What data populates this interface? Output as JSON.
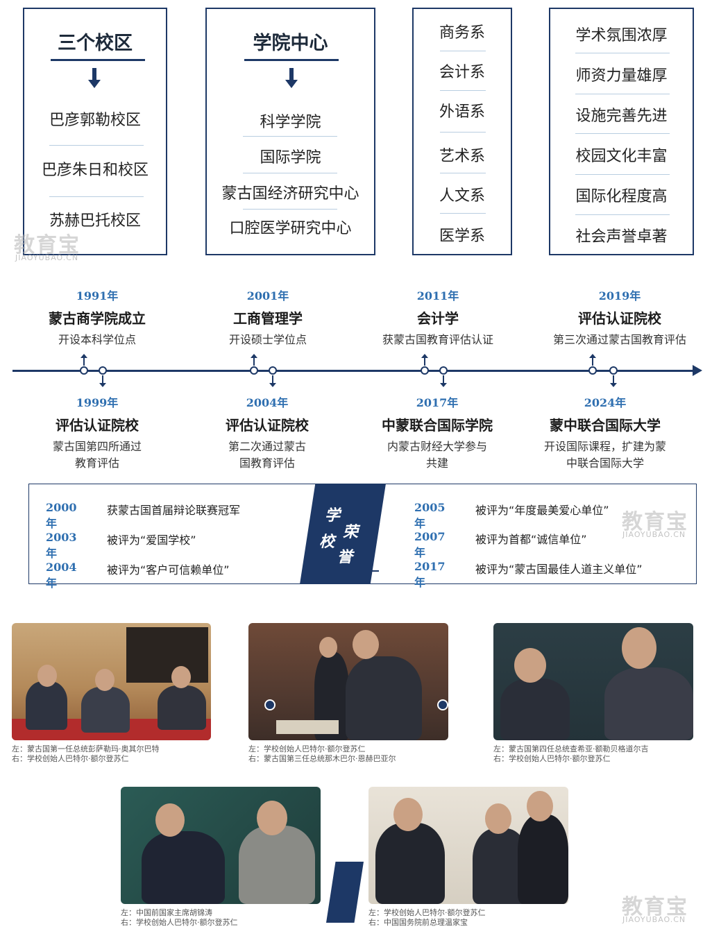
{
  "campuses": {
    "title": "三个校区",
    "items": [
      "巴彦郭勒校区",
      "巴彦朱日和校区",
      "苏赫巴托校区"
    ]
  },
  "colleges": {
    "title": "学院中心",
    "items": [
      "科学学院",
      "国际学院",
      "蒙古国经济研究中心",
      "口腔医学研究中心"
    ]
  },
  "departments": {
    "items": [
      "商务系",
      "会计系",
      "外语系",
      "艺术系",
      "人文系",
      "医学系"
    ]
  },
  "features": {
    "items": [
      "学术氛围浓厚",
      "师资力量雄厚",
      "设施完善先进",
      "校园文化丰富",
      "国际化程度高",
      "社会声誉卓著"
    ]
  },
  "timeline": {
    "top": [
      {
        "year": "1991年",
        "title": "蒙古商学院成立",
        "desc": "开设本科学位点"
      },
      {
        "year": "2001年",
        "title": "工商管理学",
        "desc": "开设硕士学位点"
      },
      {
        "year": "2011年",
        "title": "会计学",
        "desc": "获蒙古国教育评估认证"
      },
      {
        "year": "2019年",
        "title": "评估认证院校",
        "desc": "第三次通过蒙古国教育评估"
      }
    ],
    "bottom": [
      {
        "year": "1999年",
        "title": "评估认证院校",
        "desc1": "蒙古国第四所通过",
        "desc2": "教育评估"
      },
      {
        "year": "2004年",
        "title": "评估认证院校",
        "desc1": "第二次通过蒙古",
        "desc2": "国教育评估"
      },
      {
        "year": "2017年",
        "title": "中蒙联合国际学院",
        "desc1": "内蒙古财经大学参与",
        "desc2": "共建"
      },
      {
        "year": "2024年",
        "title": "蒙中联合国际大学",
        "desc1": "开设国际课程，扩建为蒙",
        "desc2": "中联合国际大学"
      }
    ]
  },
  "honors": {
    "badge": [
      "学",
      "校",
      "荣",
      "誉"
    ],
    "left": [
      {
        "year": "2000年",
        "text": "获蒙古国首届辩论联赛冠军"
      },
      {
        "year": "2003年",
        "text": "被评为“爱国学校”"
      },
      {
        "year": "2004年",
        "text": "被评为“客户可信赖单位”"
      }
    ],
    "right": [
      {
        "year": "2005年",
        "text": "被评为“年度最美爱心单位”"
      },
      {
        "year": "2007年",
        "text": "被评为首都“诚信单位”"
      },
      {
        "year": "2017年",
        "text": "被评为“蒙古国最佳人道主义单位”"
      }
    ]
  },
  "photos": [
    {
      "cap1": "左：蒙古国第一任总统彭萨勒玛·奥其尔巴特",
      "cap2": "右：学校创始人巴特尔·额尔登苏仁"
    },
    {
      "cap1": "左：学校创始人巴特尔·额尔登苏仁",
      "cap2": "右：蒙古国第三任总统那木巴尔·恩赫巴亚尔"
    },
    {
      "cap1": "左：蒙古国第四任总统查希亚·额勒贝格道尔吉",
      "cap2": "右：学校创始人巴特尔·额尔登苏仁"
    },
    {
      "cap1": "左：中国前国家主席胡锦涛",
      "cap2": "右：学校创始人巴特尔·额尔登苏仁"
    },
    {
      "cap1": "左：学校创始人巴特尔·额尔登苏仁",
      "cap2": "右：中国国务院前总理温家宝"
    }
  ],
  "watermark": {
    "text": "教育宝",
    "sub": "JIAOYUBAO.CN"
  }
}
